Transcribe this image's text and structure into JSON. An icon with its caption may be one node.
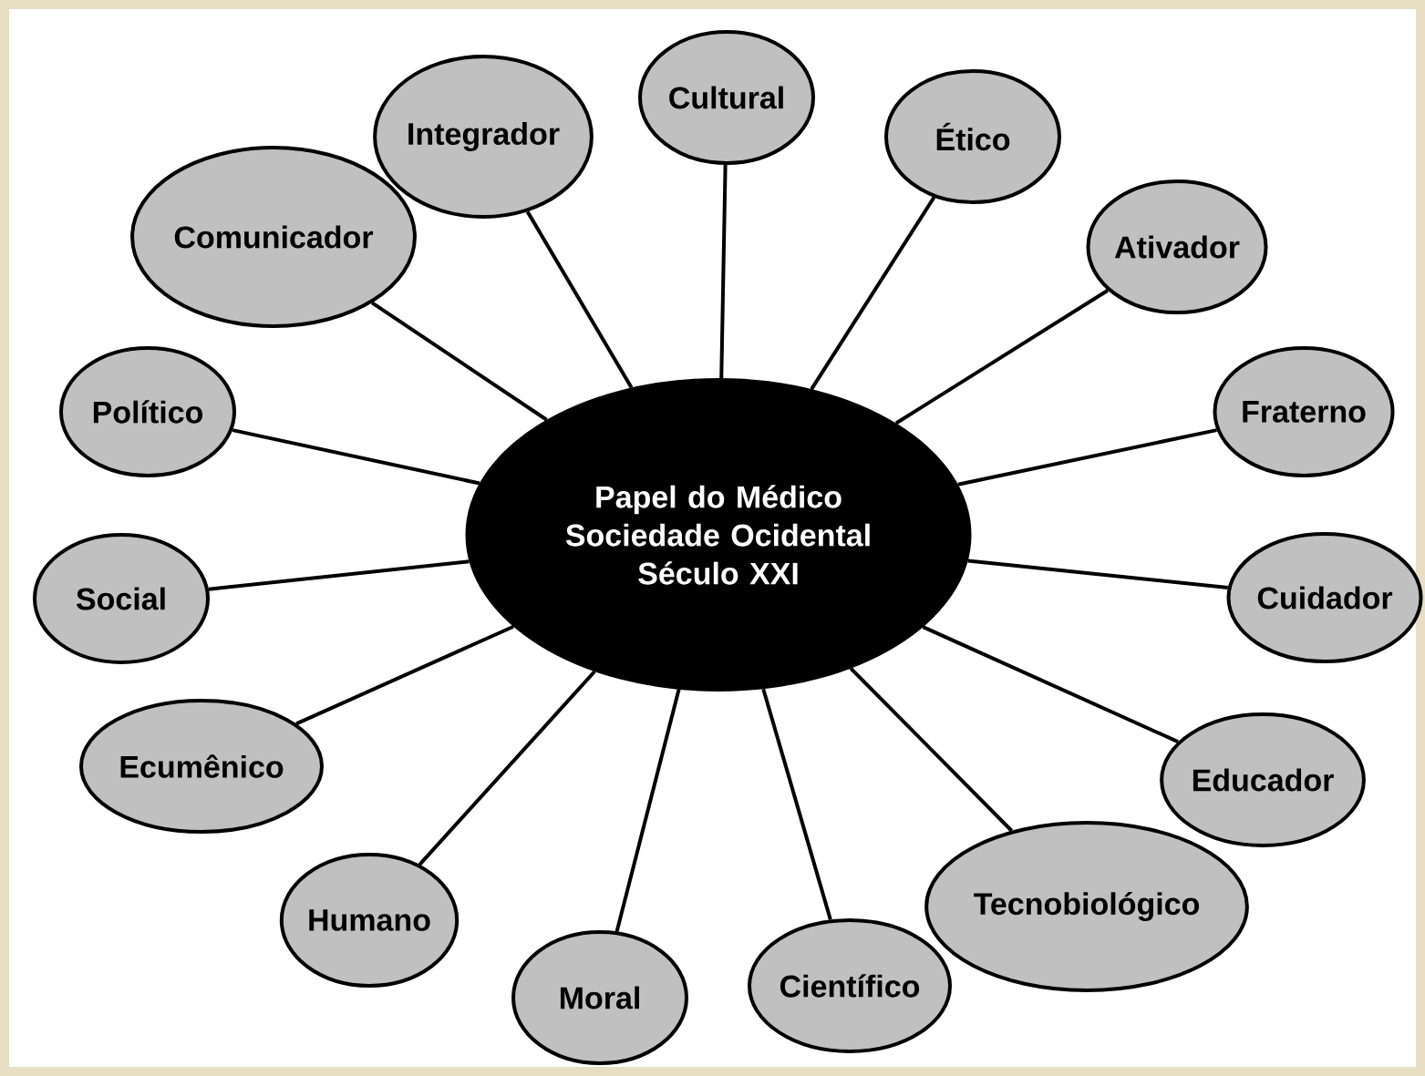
{
  "diagram": {
    "nodes": [
      {
        "text": [
          "Papel do Médico Sociedade Ocidental Século XXI"
        ]
      },
      {
        "text": [
          "Cultural"
        ]
      },
      {
        "text": [
          "Integrador"
        ]
      },
      {
        "text": [
          "Ético"
        ]
      },
      {
        "text": [
          "Comunicador"
        ]
      },
      {
        "text": [
          "Ativador"
        ]
      },
      {
        "text": [
          "Político"
        ]
      },
      {
        "text": [
          "Fraterno"
        ]
      },
      {
        "text": [
          "Social"
        ]
      },
      {
        "text": [
          "Cuidador"
        ]
      },
      {
        "text": [
          "Ecumênico"
        ]
      },
      {
        "text": [
          "Educador"
        ]
      },
      {
        "text": [
          "Humano"
        ]
      },
      {
        "text": [
          "Tecnobiológico"
        ]
      },
      {
        "text": [
          "Moral"
        ]
      },
      {
        "text": [
          "Científico"
        ]
      }
    ],
    "edges": [
      {
        "from": 0,
        "to": 1,
        "arrow": "none"
      },
      {
        "from": 0,
        "to": 2,
        "arrow": "none"
      },
      {
        "from": 0,
        "to": 3,
        "arrow": "none"
      },
      {
        "from": 0,
        "to": 4,
        "arrow": "none"
      },
      {
        "from": 0,
        "to": 5,
        "arrow": "none"
      },
      {
        "from": 0,
        "to": 6,
        "arrow": "none"
      },
      {
        "from": 0,
        "to": 7,
        "arrow": "none"
      },
      {
        "from": 0,
        "to": 8,
        "arrow": "none"
      },
      {
        "from": 0,
        "to": 9,
        "arrow": "none"
      },
      {
        "from": 0,
        "to": 10,
        "arrow": "none"
      },
      {
        "from": 0,
        "to": 11,
        "arrow": "none"
      },
      {
        "from": 0,
        "to": 12,
        "arrow": "none"
      },
      {
        "from": 0,
        "to": 13,
        "arrow": "none"
      },
      {
        "from": 0,
        "to": 14,
        "arrow": "none"
      },
      {
        "from": 0,
        "to": 15,
        "arrow": "none"
      }
    ]
  }
}
